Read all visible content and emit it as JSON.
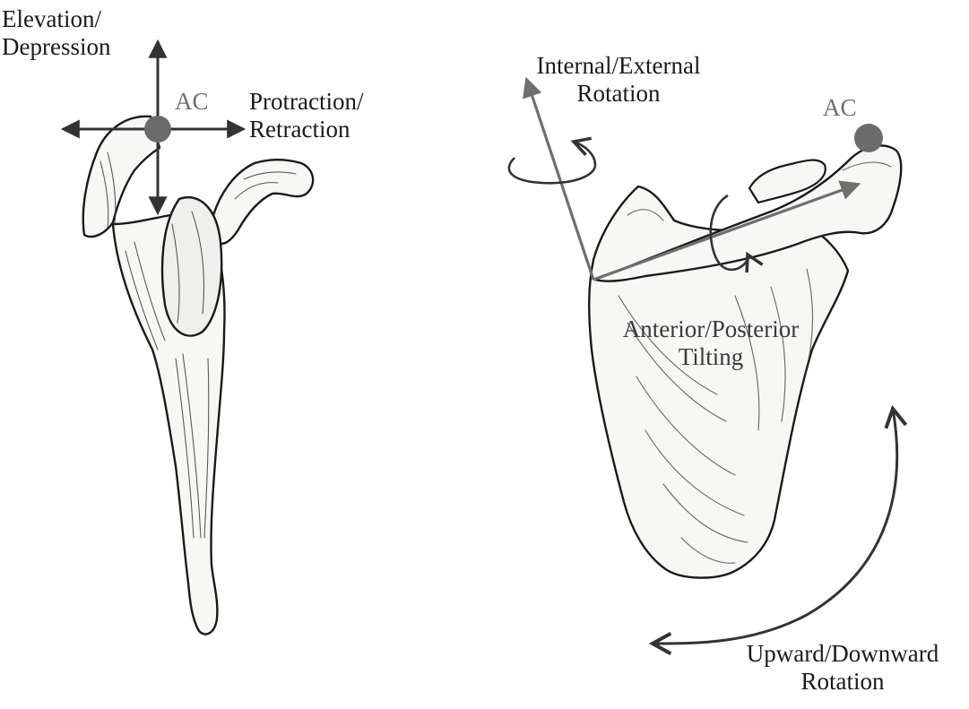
{
  "left_view": {
    "elevation_label_line1": "Elevation/",
    "elevation_label_line2": "Depression",
    "ac_label": "AC",
    "protraction_label_line1": "Protraction/",
    "protraction_label_line2": "Retraction"
  },
  "right_view": {
    "internal_label_line1": "Internal/External",
    "internal_label_line2": "Rotation",
    "ac_label": "AC",
    "tilting_label_line1": "Anterior/Posterior",
    "tilting_label_line2": "Tilting",
    "upward_label_line1": "Upward/Downward",
    "upward_label_line2": "Rotation"
  },
  "colors": {
    "ink": "#1a1a1a",
    "bone_fill": "#f7f7f5",
    "ac_marker": "#6b6b6b",
    "axis_arrow": "#6f6f6f",
    "dark_arrow": "#333333"
  }
}
